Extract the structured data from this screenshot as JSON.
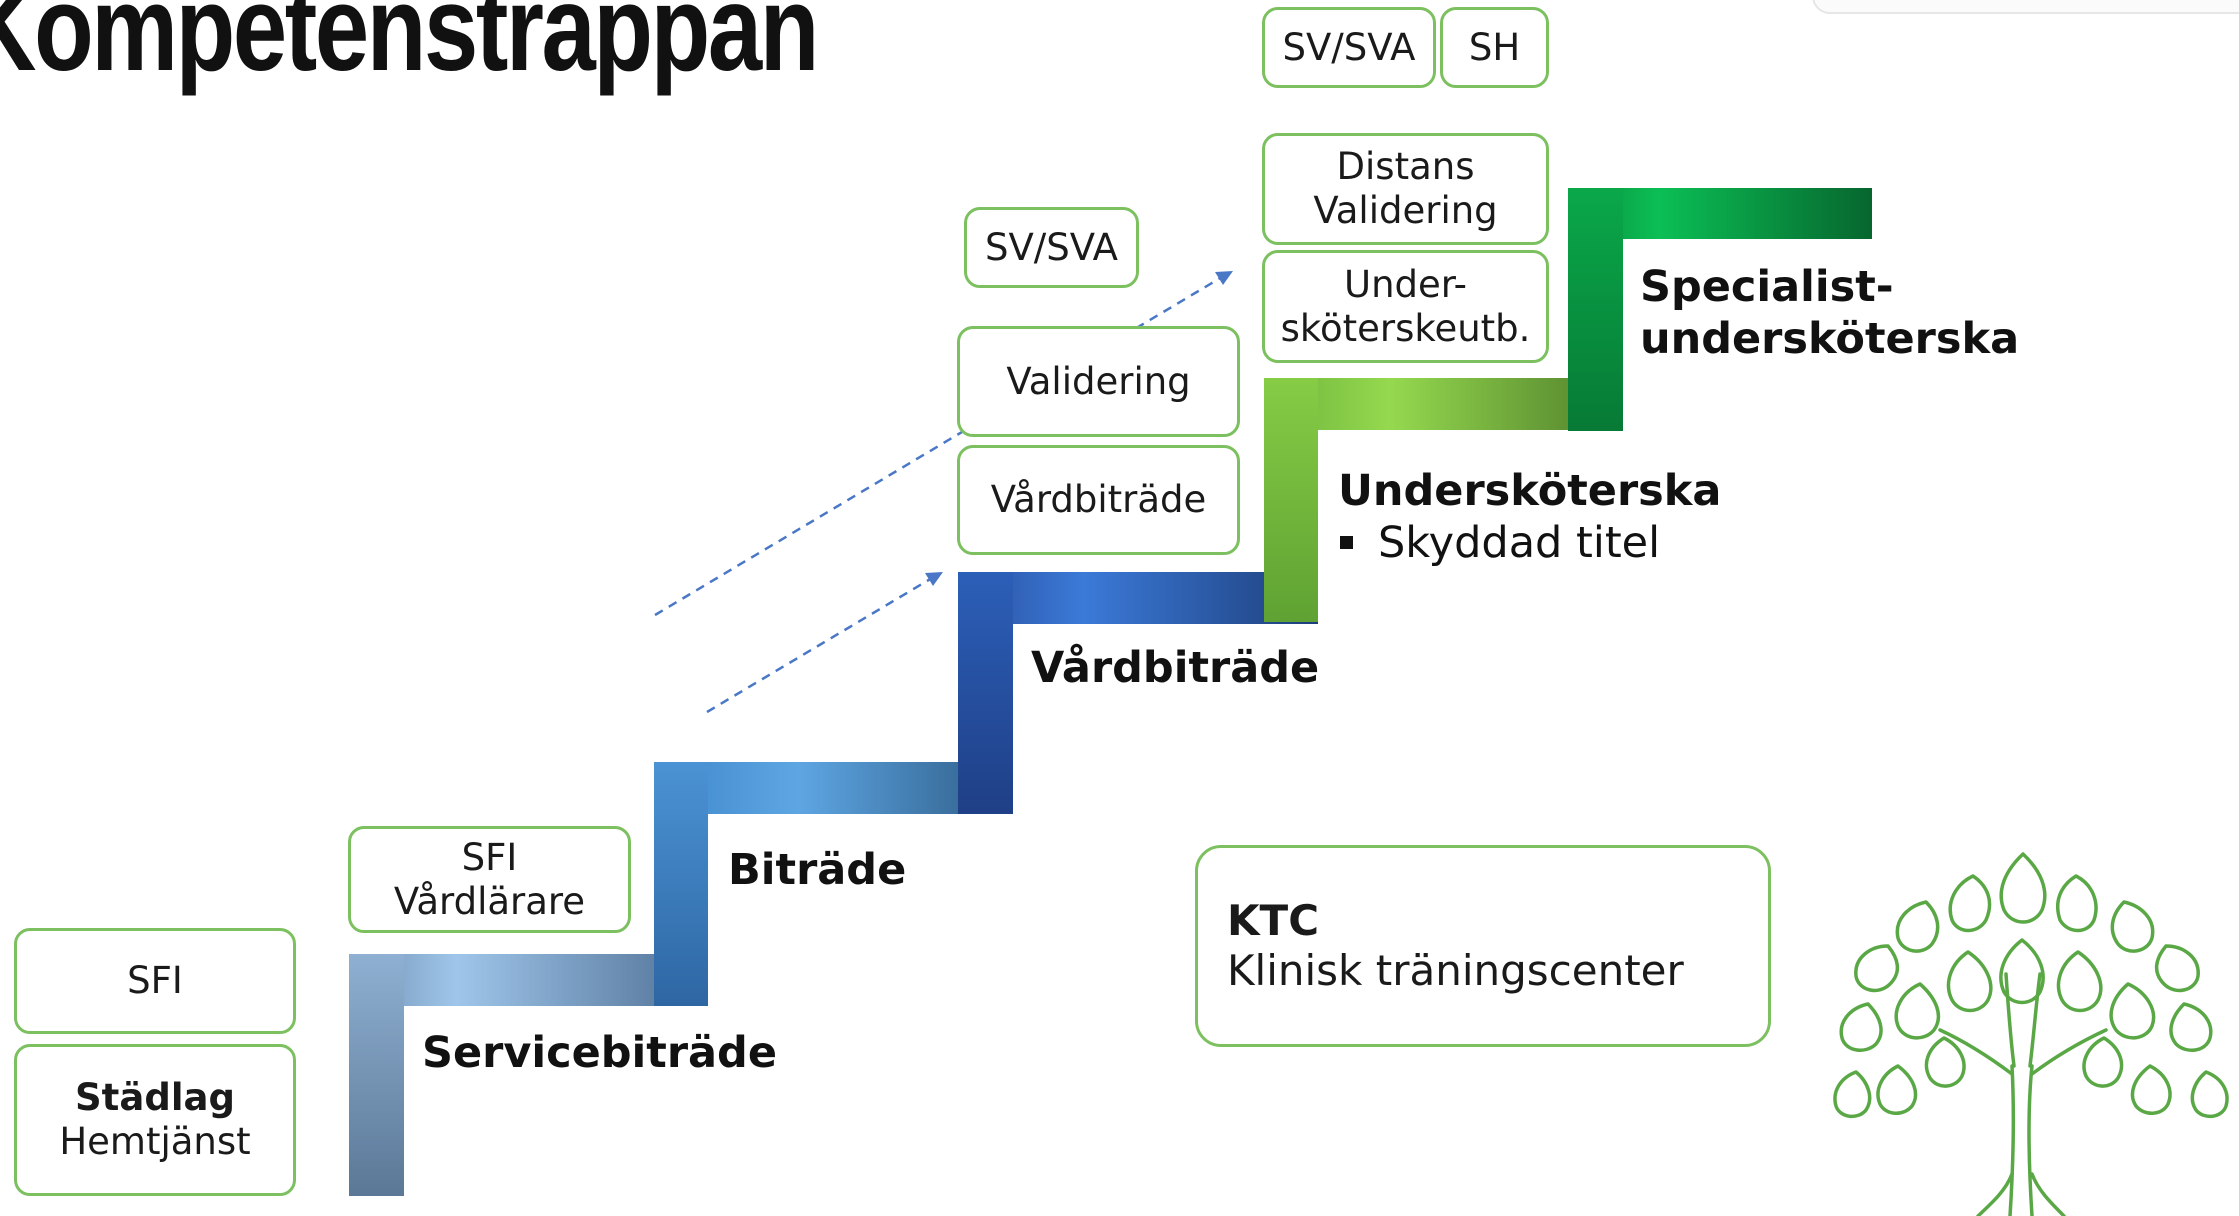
{
  "title": "Kompetenstrappan",
  "boxes": {
    "sfi": "SFI",
    "stadlag_bold": "Städlag",
    "stadlag_sub": "Hemtjänst",
    "sfi_vardlarare_1": "SFI",
    "sfi_vardlarare_2": "Vårdlärare",
    "vardbitrade": "Vårdbiträde",
    "validering": "Validering",
    "svsva_mid": "SV/SVA",
    "underskoterskeutb_1": "Under-",
    "underskoterskeutb_2": "sköterskeutb.",
    "distans": "Distans",
    "distans_validering": "Validering",
    "svsva_top": "SV/SVA",
    "sh": "SH"
  },
  "steps": {
    "servicebitrade": "Servicebiträde",
    "bitrade": "Biträde",
    "vardbitrade": "Vårdbiträde",
    "underskoterska": "Undersköterska",
    "skyddad": "Skyddad titel",
    "specialist_1": "Specialist-",
    "specialist_2": "undersköterska"
  },
  "ktc": {
    "abbr": "KTC",
    "name": "Klinisk träningscenter"
  },
  "colors": {
    "box_border": "#7cc060",
    "tree": "#5aa845",
    "arrow": "#4a78c6",
    "step1": "#8fb4d6",
    "step2": "#4a96d9",
    "step3": "#2f5fb8",
    "step4": "#7cc244",
    "step5": "#0a9a44"
  },
  "icons": [
    "tree-logo-icon"
  ]
}
